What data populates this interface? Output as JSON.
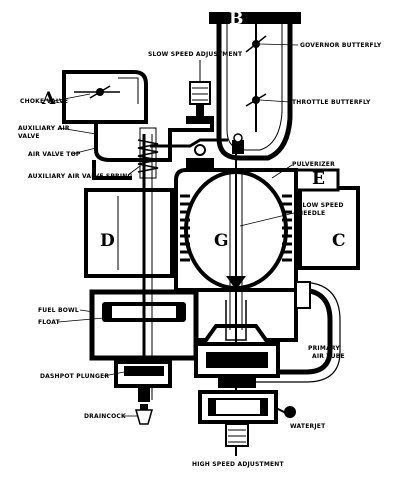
{
  "letters": {
    "a": "A",
    "b": "B",
    "c": "C",
    "d": "D",
    "e": "E",
    "g": "G"
  },
  "labels": {
    "slow_speed_adjustment": "SLOW SPEED ADJUSTMENT",
    "governor_butterfly": "GOVERNOR BUTTERFLY",
    "throttle_butterfly": "THROTTLE BUTTERFLY",
    "choke_valve": "CHOKE VALVE",
    "auxiliary_air_valve_line1": "AUXILIARY AIR",
    "auxiliary_air_valve_line2": "VALVE",
    "air_valve_top": "AIR VALVE TOP",
    "auxiliary_air_valve_spring": "AUXILIARY AIR VALVE SPRING",
    "pulverizer": "PULVERIZER",
    "slow_speed_needle_line1": "SLOW SPEED",
    "slow_speed_needle_line2": "NEEDLE",
    "fuel_bowl": "FUEL BOWL",
    "float": "FLOAT",
    "primary_air_tube_line1": "PRIMARY",
    "primary_air_tube_line2": "AIR TUBE",
    "dashpot_plunger": "DASHPOT PLUNGER",
    "draincock": "DRAINCOCK",
    "water_jet": "WATERJET",
    "high_speed_adjustment": "HIGH SPEED ADJUSTMENT"
  }
}
